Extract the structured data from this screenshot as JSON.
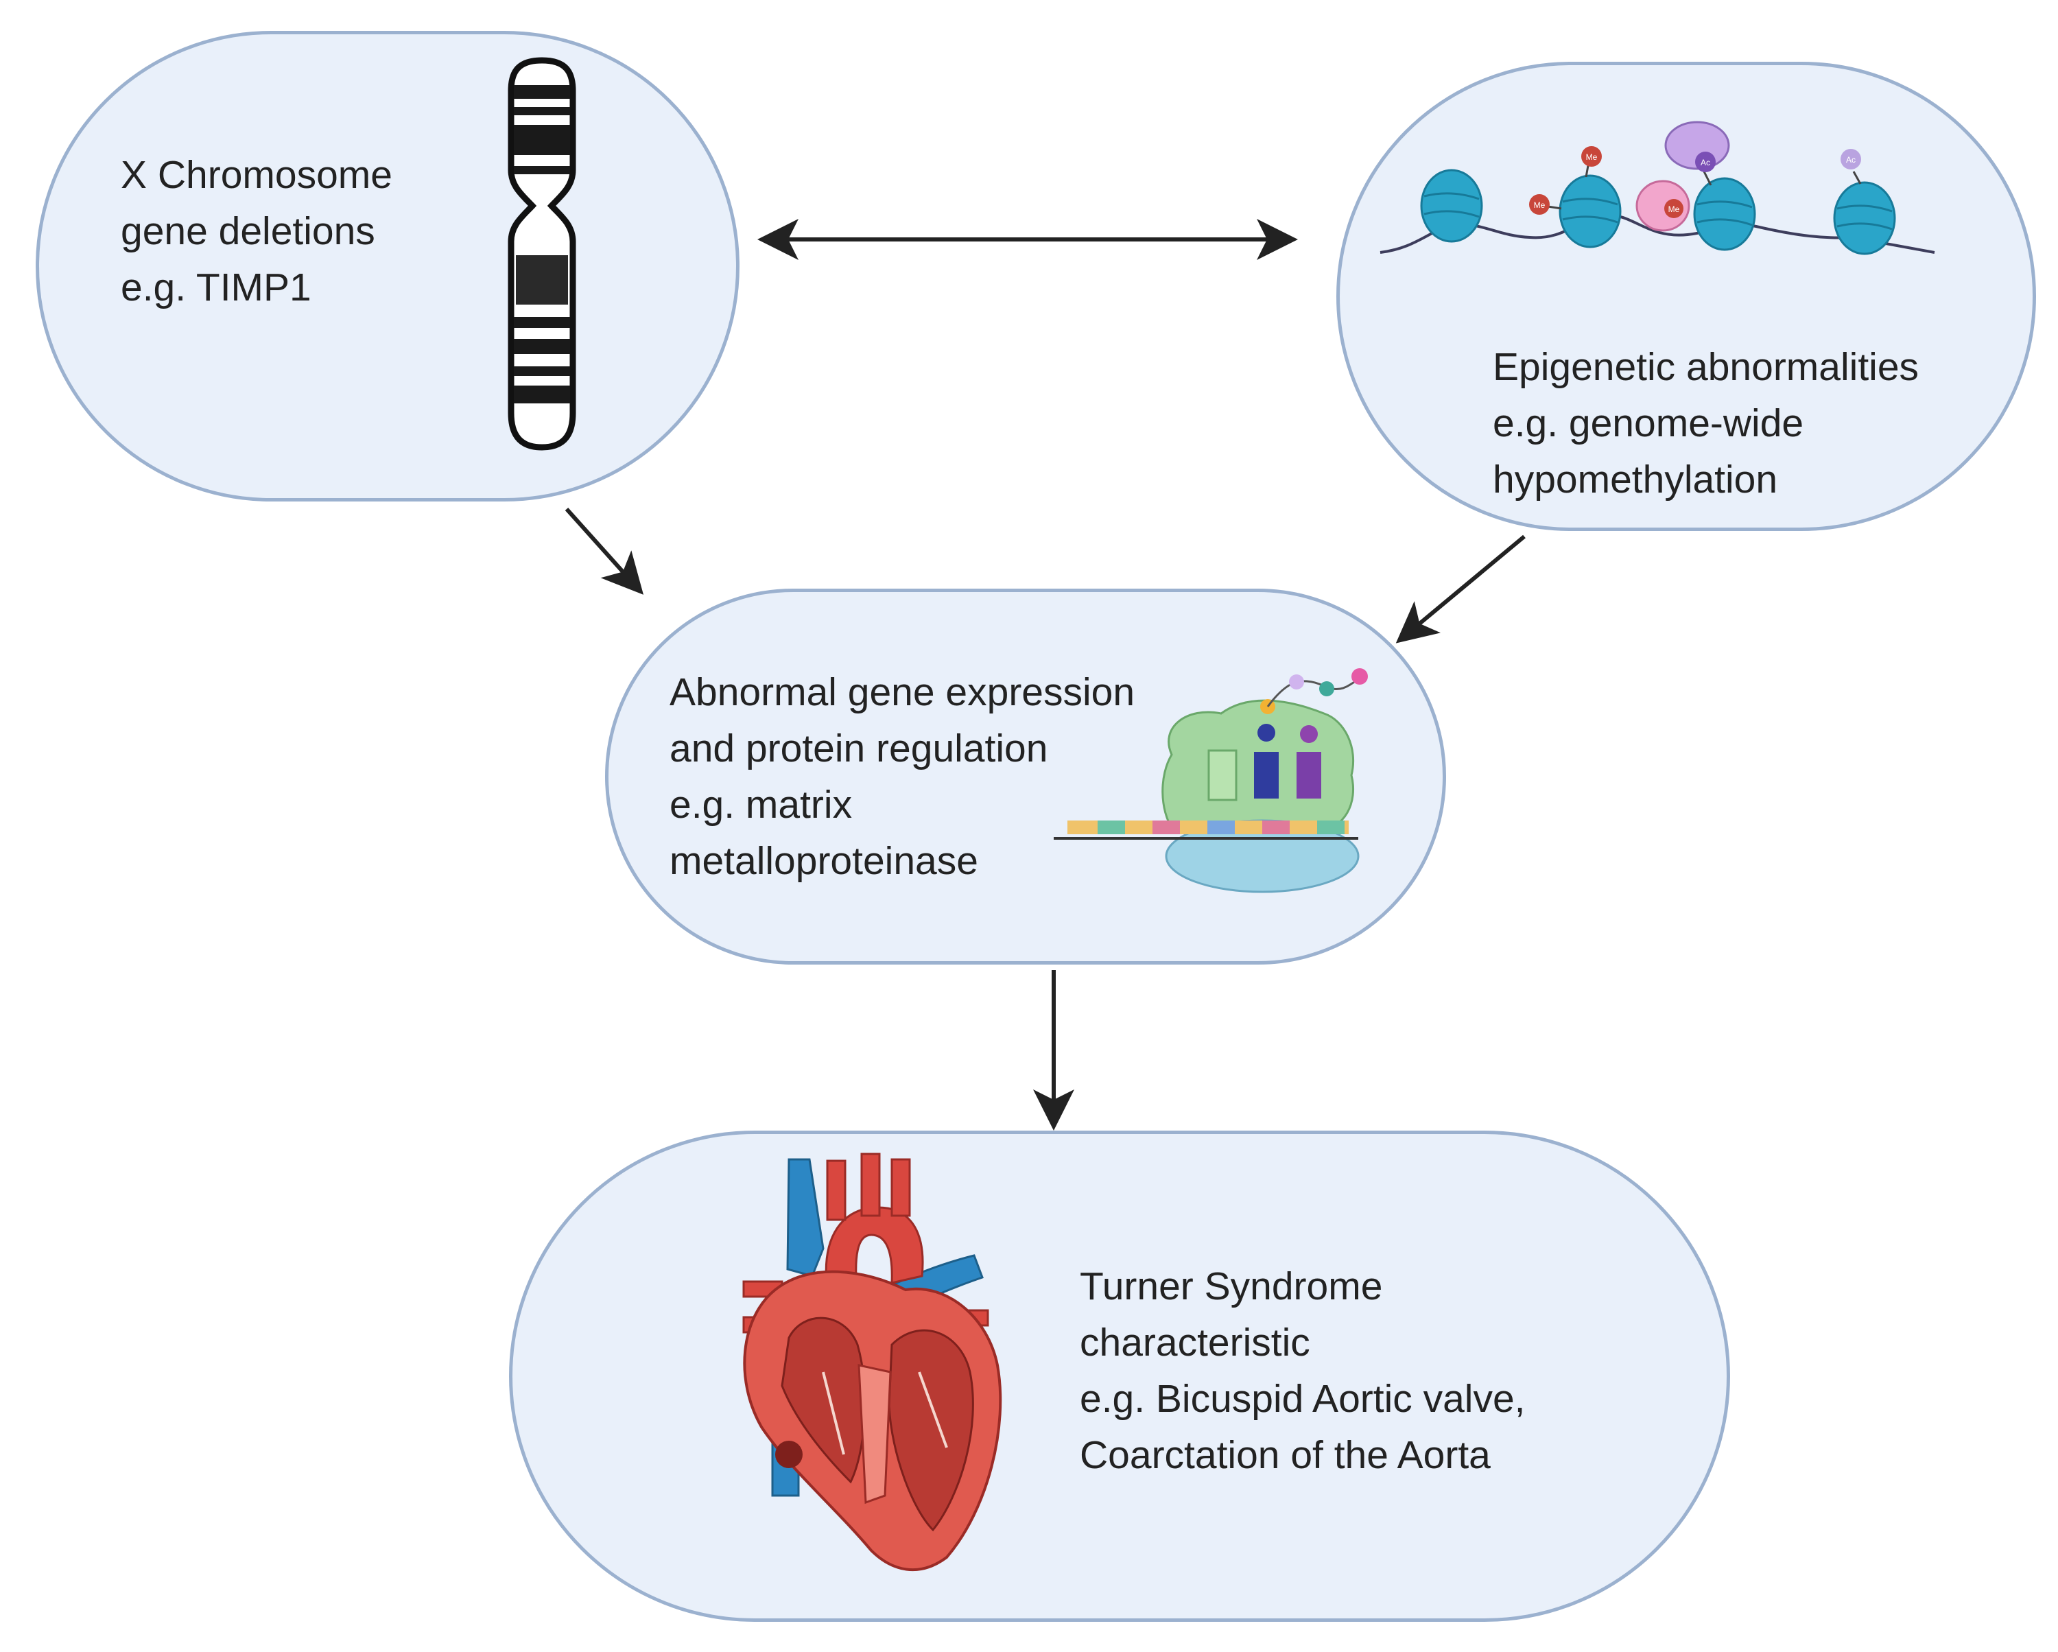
{
  "nodes": {
    "x_chromosome": {
      "lines": [
        "X Chromosome",
        "gene deletions",
        "e.g. TIMP1"
      ],
      "icon": "chromosome-icon"
    },
    "epigenetic": {
      "lines": [
        "Epigenetic abnormalities",
        "e.g. genome-wide",
        "hypomethylation"
      ],
      "icon": "nucleosome-icon",
      "badges": [
        "Me",
        "Me",
        "Ac",
        "Me",
        "Ac"
      ]
    },
    "gene_expression": {
      "lines": [
        "Abnormal gene expression",
        "and protein regulation",
        "e.g. matrix",
        "metalloproteinase"
      ],
      "icon": "ribosome-translation-icon"
    },
    "turner": {
      "lines": [
        "Turner Syndrome",
        "characteristic",
        "e.g. Bicuspid Aortic valve,",
        "Coarctation of the Aorta"
      ],
      "icon": "heart-icon"
    }
  },
  "edges": [
    {
      "from": "x_chromosome",
      "to": "epigenetic",
      "type": "bidirectional"
    },
    {
      "from": "x_chromosome",
      "to": "gene_expression",
      "type": "directed"
    },
    {
      "from": "epigenetic",
      "to": "gene_expression",
      "type": "directed"
    },
    {
      "from": "gene_expression",
      "to": "turner",
      "type": "directed"
    }
  ],
  "colors": {
    "node_fill": "#e9f0fa",
    "node_border": "#9bb1cf",
    "arrow": "#222222",
    "nucleosome": "#2aa5c9",
    "heart_red": "#d9473f",
    "vessel_blue": "#2c87c4"
  }
}
